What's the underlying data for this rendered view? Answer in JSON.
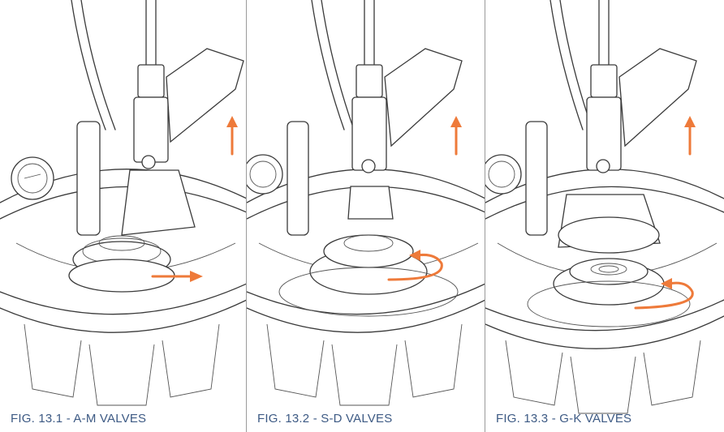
{
  "figures": [
    {
      "caption": "FIG. 13.1 - A-M VALVES",
      "valve_type": "A-M",
      "rotation": "push-right"
    },
    {
      "caption": "FIG. 13.2 - S-D VALVES",
      "valve_type": "S-D",
      "rotation": "counter-clockwise"
    },
    {
      "caption": "FIG. 13.3 - G-K VALVES",
      "valve_type": "G-K",
      "rotation": "counter-clockwise"
    }
  ],
  "colors": {
    "arrow": "#ee7a3a",
    "caption": "#3d5a84",
    "line": "#3a3a3a",
    "divider": "#9a9a9a"
  }
}
